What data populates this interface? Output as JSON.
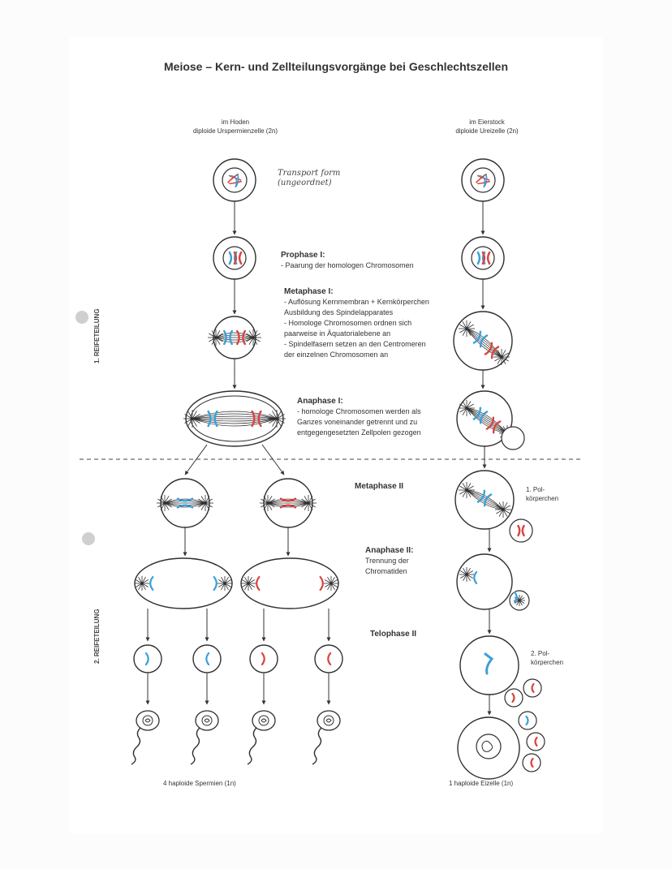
{
  "title": "Meiose – Kern- und Zellteilungsvorgänge bei Geschlechtszellen",
  "left_header": {
    "line1": "im Hoden",
    "line2": "diploide Urspermienzelle (2n)"
  },
  "right_header": {
    "line1": "im Eierstock",
    "line2": "diploide Ureizelle (2n)"
  },
  "handwritten_note": {
    "line1": "Transport form",
    "line2": "(ungeordnet)"
  },
  "side_labels": {
    "first": "1. REIFETEILUNG",
    "second": "2. REIFETEILUNG"
  },
  "steps": {
    "prophase1": {
      "title": "Prophase I:",
      "lines": [
        "- Paarung der homologen Chromosomen"
      ]
    },
    "metaphase1": {
      "title": "Metaphase I:",
      "lines": [
        "- Auflösung Kernmembran + Kernkörperchen",
        "Ausbildung des Spindelapparates",
        "- Homologe Chromosomen ordnen sich",
        "paarweise in Äquatorialebene an",
        "- Spindelfasern setzen an den Centromeren",
        "der einzelnen Chromosomen an"
      ]
    },
    "anaphase1": {
      "title": "Anaphase I:",
      "lines": [
        "- homologe Chromosomen werden als",
        "Ganzes voneinander getrennt und zu",
        "entgegengesetzten Zellpolen gezogen"
      ]
    },
    "metaphase2": {
      "title": "Metaphase II"
    },
    "anaphase2": {
      "title": "Anaphase II:",
      "lines": [
        "Trennung der",
        "Chromatiden"
      ]
    },
    "telophase2": {
      "title": "Telophase II"
    }
  },
  "polar_body_1": {
    "line1": "1. Pol-",
    "line2": "körperchen"
  },
  "polar_body_2": {
    "line1": "2. Pol-",
    "line2": "körperchen"
  },
  "bottom_left": "4 haploide Spermien (1n)",
  "bottom_right": "1 haploide Eizelle (1n)",
  "colors": {
    "maternal": "#d9443f",
    "paternal": "#3aa0d8",
    "ink": "#2f2f2f"
  }
}
